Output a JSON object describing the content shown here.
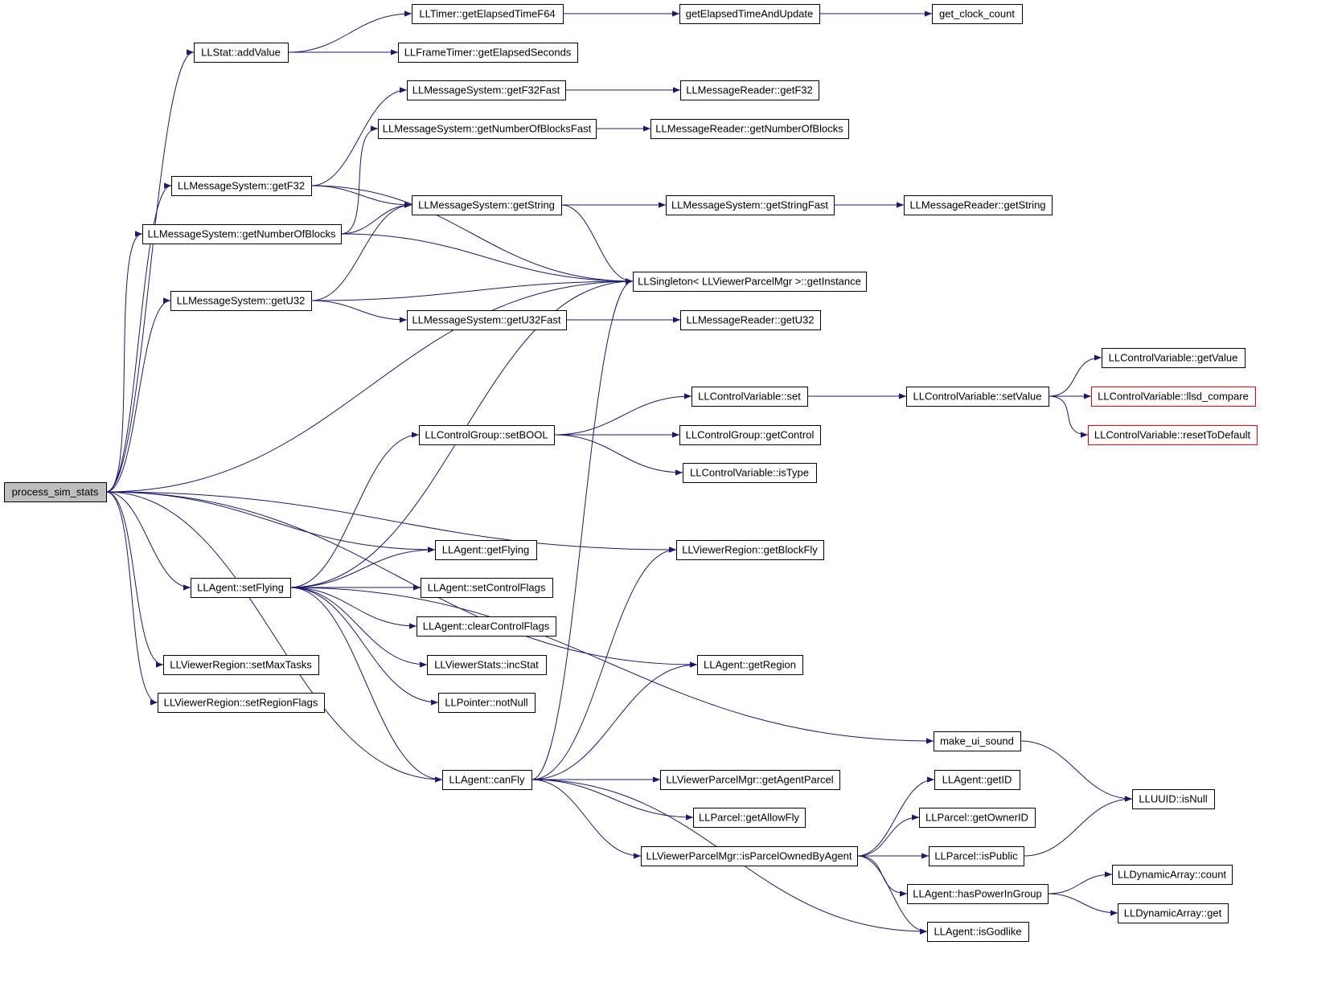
{
  "graph": {
    "edge_color": "#191970",
    "root_fill": "#bfbfbf",
    "truncated_border": "#ff0000",
    "nodes": [
      {
        "id": "process_sim_stats",
        "label": "process_sim_stats",
        "kind": "root"
      },
      {
        "id": "addValue",
        "label": "LLStat::addValue",
        "kind": "normal"
      },
      {
        "id": "getElapsedTimeF64",
        "label": "LLTimer::getElapsedTimeF64",
        "kind": "normal"
      },
      {
        "id": "getElapsedTimeAndUpdate",
        "label": "getElapsedTimeAndUpdate",
        "kind": "normal"
      },
      {
        "id": "get_clock_count",
        "label": "get_clock_count",
        "kind": "normal"
      },
      {
        "id": "getElapsedSeconds",
        "label": "LLFrameTimer::getElapsedSeconds",
        "kind": "normal"
      },
      {
        "id": "getF32Fast",
        "label": "LLMessageSystem::getF32Fast",
        "kind": "normal"
      },
      {
        "id": "readerGetF32",
        "label": "LLMessageReader::getF32",
        "kind": "normal"
      },
      {
        "id": "getNumberOfBlocksFast",
        "label": "LLMessageSystem::getNumberOfBlocksFast",
        "kind": "normal"
      },
      {
        "id": "readerGetNumberOfBlocks",
        "label": "LLMessageReader::getNumberOfBlocks",
        "kind": "normal"
      },
      {
        "id": "getF32",
        "label": "LLMessageSystem::getF32",
        "kind": "normal"
      },
      {
        "id": "getString",
        "label": "LLMessageSystem::getString",
        "kind": "normal"
      },
      {
        "id": "getStringFast",
        "label": "LLMessageSystem::getStringFast",
        "kind": "normal"
      },
      {
        "id": "readerGetString",
        "label": "LLMessageReader::getString",
        "kind": "normal"
      },
      {
        "id": "getNumberOfBlocks",
        "label": "LLMessageSystem::getNumberOfBlocks",
        "kind": "normal"
      },
      {
        "id": "getInstance",
        "label": "LLSingleton< LLViewerParcelMgr >::getInstance",
        "kind": "normal"
      },
      {
        "id": "getU32",
        "label": "LLMessageSystem::getU32",
        "kind": "normal"
      },
      {
        "id": "getU32Fast",
        "label": "LLMessageSystem::getU32Fast",
        "kind": "normal"
      },
      {
        "id": "readerGetU32",
        "label": "LLMessageReader::getU32",
        "kind": "normal"
      },
      {
        "id": "cvGetValue",
        "label": "LLControlVariable::getValue",
        "kind": "normal"
      },
      {
        "id": "cvSet",
        "label": "LLControlVariable::set",
        "kind": "normal"
      },
      {
        "id": "cvSetValue",
        "label": "LLControlVariable::setValue",
        "kind": "normal"
      },
      {
        "id": "llsdCompare",
        "label": "LLControlVariable::llsd_compare",
        "kind": "truncated"
      },
      {
        "id": "setBOOL",
        "label": "LLControlGroup::setBOOL",
        "kind": "normal"
      },
      {
        "id": "getControl",
        "label": "LLControlGroup::getControl",
        "kind": "normal"
      },
      {
        "id": "resetToDefault",
        "label": "LLControlVariable::resetToDefault",
        "kind": "truncated"
      },
      {
        "id": "isType",
        "label": "LLControlVariable::isType",
        "kind": "normal"
      },
      {
        "id": "getFlying",
        "label": "LLAgent::getFlying",
        "kind": "normal"
      },
      {
        "id": "getBlockFly",
        "label": "LLViewerRegion::getBlockFly",
        "kind": "normal"
      },
      {
        "id": "setFlying",
        "label": "LLAgent::setFlying",
        "kind": "normal"
      },
      {
        "id": "setControlFlags",
        "label": "LLAgent::setControlFlags",
        "kind": "normal"
      },
      {
        "id": "clearControlFlags",
        "label": "LLAgent::clearControlFlags",
        "kind": "normal"
      },
      {
        "id": "setMaxTasks",
        "label": "LLViewerRegion::setMaxTasks",
        "kind": "normal"
      },
      {
        "id": "incStat",
        "label": "LLViewerStats::incStat",
        "kind": "normal"
      },
      {
        "id": "getRegion",
        "label": "LLAgent::getRegion",
        "kind": "normal"
      },
      {
        "id": "setRegionFlags",
        "label": "LLViewerRegion::setRegionFlags",
        "kind": "normal"
      },
      {
        "id": "notNull",
        "label": "LLPointer::notNull",
        "kind": "normal"
      },
      {
        "id": "make_ui_sound",
        "label": "make_ui_sound",
        "kind": "normal"
      },
      {
        "id": "canFly",
        "label": "LLAgent::canFly",
        "kind": "normal"
      },
      {
        "id": "getAgentParcel",
        "label": "LLViewerParcelMgr::getAgentParcel",
        "kind": "normal"
      },
      {
        "id": "getID",
        "label": "LLAgent::getID",
        "kind": "normal"
      },
      {
        "id": "isNull",
        "label": "LLUUID::isNull",
        "kind": "normal"
      },
      {
        "id": "getAllowFly",
        "label": "LLParcel::getAllowFly",
        "kind": "normal"
      },
      {
        "id": "getOwnerID",
        "label": "LLParcel::getOwnerID",
        "kind": "normal"
      },
      {
        "id": "isParcelOwnedByAgent",
        "label": "LLViewerParcelMgr::isParcelOwnedByAgent",
        "kind": "normal"
      },
      {
        "id": "isPublic",
        "label": "LLParcel::isPublic",
        "kind": "normal"
      },
      {
        "id": "daCount",
        "label": "LLDynamicArray::count",
        "kind": "normal"
      },
      {
        "id": "hasPowerInGroup",
        "label": "LLAgent::hasPowerInGroup",
        "kind": "normal"
      },
      {
        "id": "daGet",
        "label": "LLDynamicArray::get",
        "kind": "normal"
      },
      {
        "id": "isGodlike",
        "label": "LLAgent::isGodlike",
        "kind": "normal"
      }
    ],
    "edges": [
      [
        "process_sim_stats",
        "addValue"
      ],
      [
        "process_sim_stats",
        "getF32"
      ],
      [
        "process_sim_stats",
        "getNumberOfBlocks"
      ],
      [
        "process_sim_stats",
        "getU32"
      ],
      [
        "process_sim_stats",
        "getInstance"
      ],
      [
        "process_sim_stats",
        "getBlockFly"
      ],
      [
        "process_sim_stats",
        "getRegion"
      ],
      [
        "process_sim_stats",
        "getFlying"
      ],
      [
        "process_sim_stats",
        "setFlying"
      ],
      [
        "process_sim_stats",
        "setMaxTasks"
      ],
      [
        "process_sim_stats",
        "setRegionFlags"
      ],
      [
        "process_sim_stats",
        "canFly"
      ],
      [
        "addValue",
        "getElapsedTimeF64"
      ],
      [
        "addValue",
        "getElapsedSeconds"
      ],
      [
        "getElapsedTimeF64",
        "getElapsedTimeAndUpdate"
      ],
      [
        "getElapsedTimeAndUpdate",
        "get_clock_count"
      ],
      [
        "getF32",
        "getF32Fast"
      ],
      [
        "getF32",
        "getString"
      ],
      [
        "getF32",
        "getInstance"
      ],
      [
        "getF32Fast",
        "readerGetF32"
      ],
      [
        "getNumberOfBlocks",
        "getNumberOfBlocksFast"
      ],
      [
        "getNumberOfBlocks",
        "getString"
      ],
      [
        "getNumberOfBlocks",
        "getInstance"
      ],
      [
        "getNumberOfBlocksFast",
        "readerGetNumberOfBlocks"
      ],
      [
        "getString",
        "getStringFast"
      ],
      [
        "getString",
        "getInstance"
      ],
      [
        "getStringFast",
        "readerGetString"
      ],
      [
        "getU32",
        "getString"
      ],
      [
        "getU32",
        "getInstance"
      ],
      [
        "getU32",
        "getU32Fast"
      ],
      [
        "getU32Fast",
        "readerGetU32"
      ],
      [
        "setFlying",
        "getInstance"
      ],
      [
        "setFlying",
        "setBOOL"
      ],
      [
        "setFlying",
        "getFlying"
      ],
      [
        "setFlying",
        "setControlFlags"
      ],
      [
        "setFlying",
        "clearControlFlags"
      ],
      [
        "setFlying",
        "incStat"
      ],
      [
        "setFlying",
        "notNull"
      ],
      [
        "setFlying",
        "make_ui_sound"
      ],
      [
        "setFlying",
        "canFly"
      ],
      [
        "setBOOL",
        "cvSet"
      ],
      [
        "setBOOL",
        "getControl"
      ],
      [
        "setBOOL",
        "isType"
      ],
      [
        "cvSet",
        "cvSetValue"
      ],
      [
        "cvSetValue",
        "cvGetValue"
      ],
      [
        "cvSetValue",
        "llsdCompare"
      ],
      [
        "cvSetValue",
        "resetToDefault"
      ],
      [
        "canFly",
        "getInstance"
      ],
      [
        "canFly",
        "getBlockFly"
      ],
      [
        "canFly",
        "getRegion"
      ],
      [
        "canFly",
        "getAgentParcel"
      ],
      [
        "canFly",
        "getAllowFly"
      ],
      [
        "canFly",
        "isParcelOwnedByAgent"
      ],
      [
        "canFly",
        "isGodlike"
      ],
      [
        "make_ui_sound",
        "isNull"
      ],
      [
        "isParcelOwnedByAgent",
        "getID"
      ],
      [
        "isParcelOwnedByAgent",
        "getOwnerID"
      ],
      [
        "isParcelOwnedByAgent",
        "isPublic"
      ],
      [
        "isParcelOwnedByAgent",
        "hasPowerInGroup"
      ],
      [
        "isParcelOwnedByAgent",
        "isGodlike"
      ],
      [
        "isPublic",
        "isNull"
      ],
      [
        "hasPowerInGroup",
        "daCount"
      ],
      [
        "hasPowerInGroup",
        "daGet"
      ]
    ]
  }
}
